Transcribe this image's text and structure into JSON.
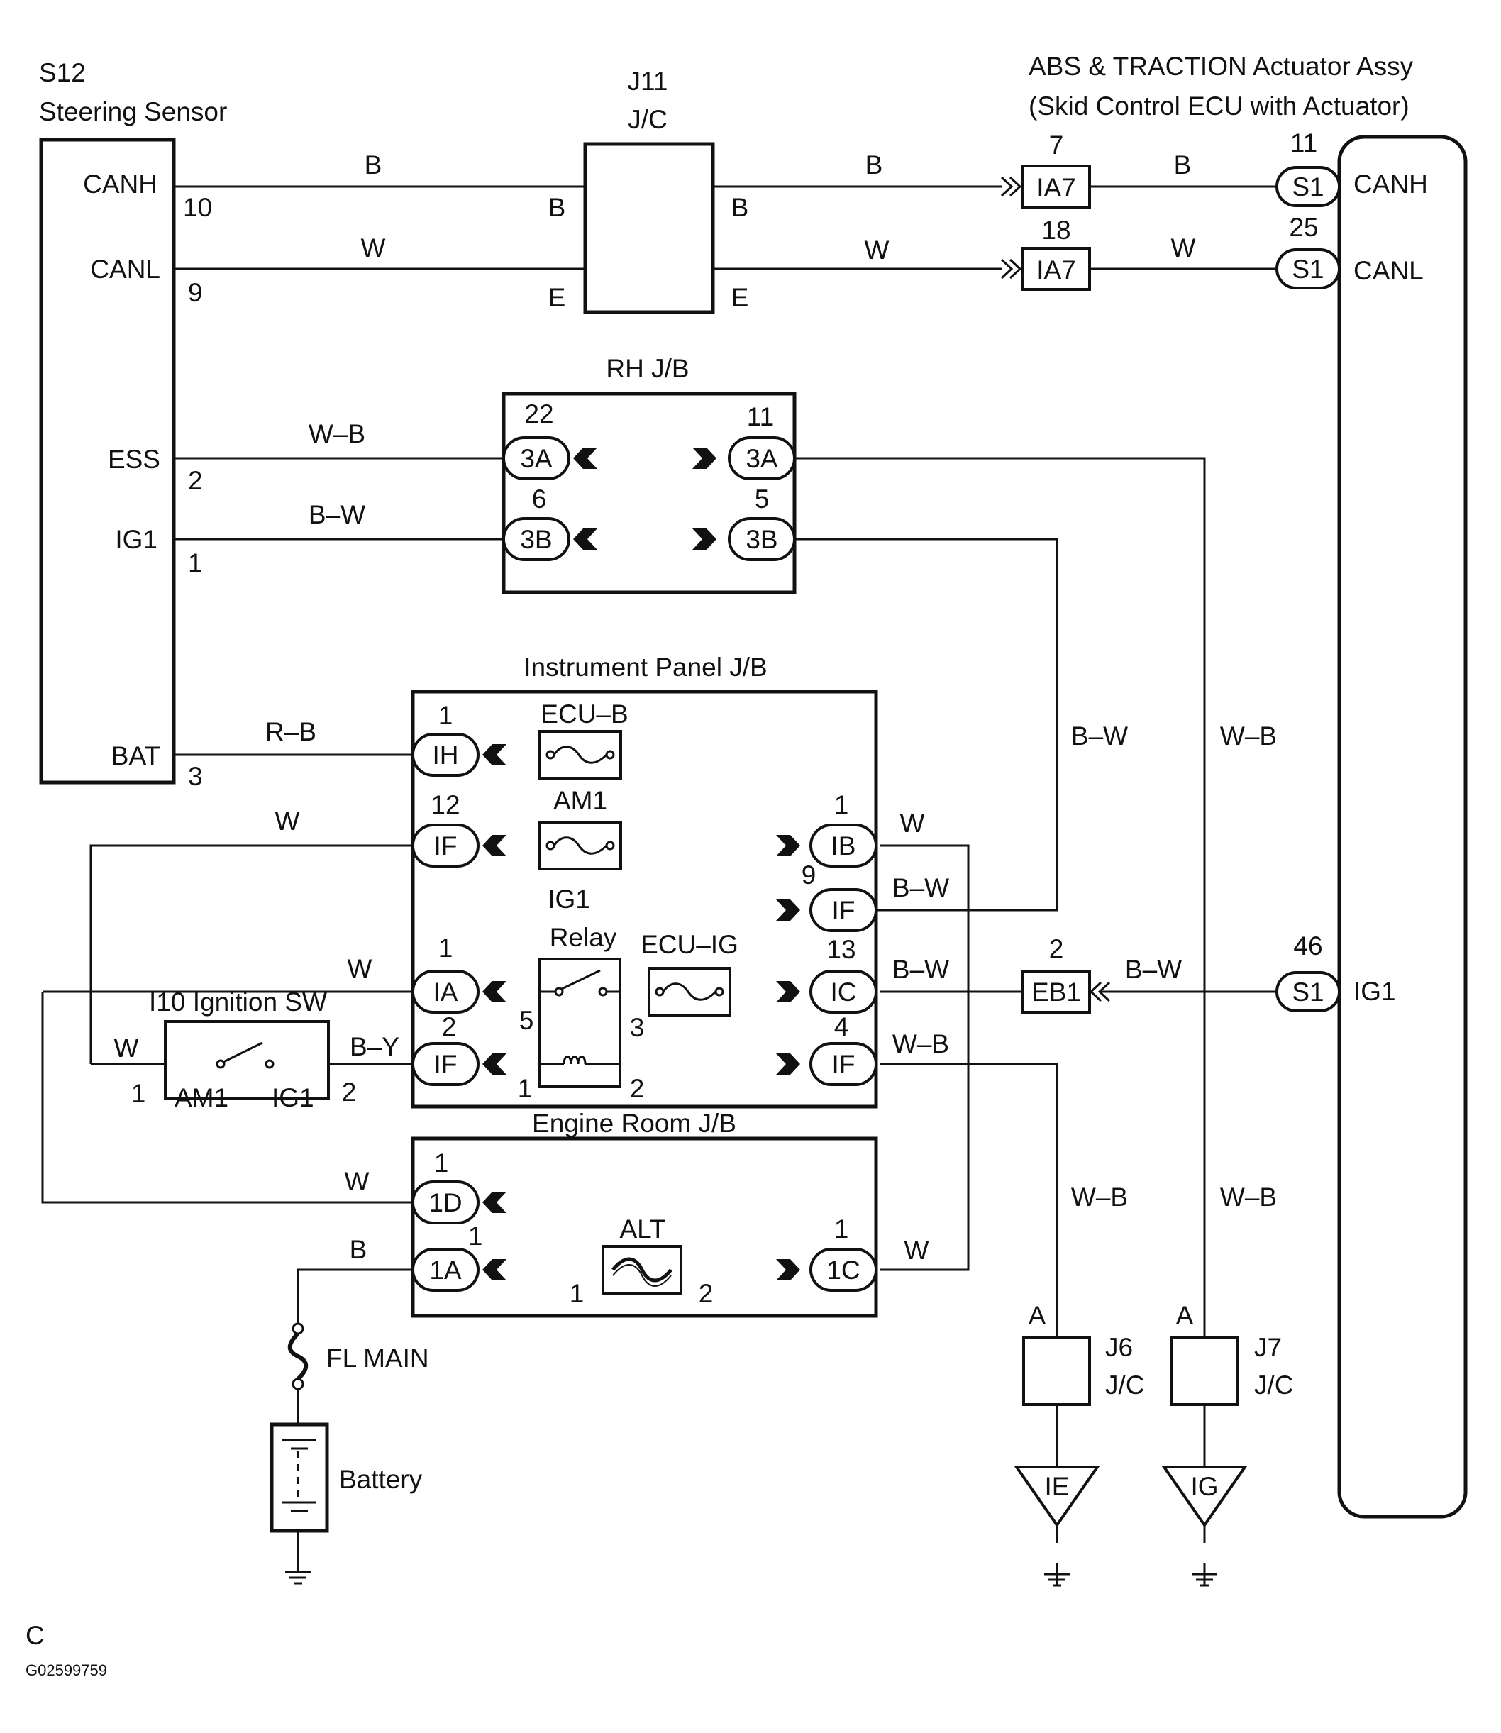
{
  "diagram": {
    "corner_code": "C",
    "figure_code": "G02599759",
    "steering_sensor": {
      "id": "S12",
      "name": "Steering Sensor",
      "pins": {
        "canh": "CANH",
        "canl": "CANL",
        "ess": "ESS",
        "ig1": "IG1",
        "bat": "BAT"
      },
      "pin_numbers": {
        "canh": "10",
        "canl": "9",
        "ess": "2",
        "ig1": "1",
        "bat": "3"
      }
    },
    "jc_j11": {
      "id": "J11",
      "name": "J/C",
      "pin_b": "B",
      "pin_e": "E"
    },
    "abs_actuator": {
      "title_line1": "ABS & TRACTION Actuator Assy",
      "title_line2": "(Skid Control ECU with Actuator)",
      "pins": {
        "canh": "CANH",
        "canl": "CANL",
        "ig1": "IG1"
      },
      "connector": "S1",
      "pin_numbers": {
        "canh": "11",
        "canl": "25",
        "ig1": "46"
      }
    },
    "connector_ia7": {
      "label": "IA7",
      "pin_canh": "7",
      "pin_canl": "18"
    },
    "connector_eb1": {
      "label": "EB1",
      "pin": "2"
    },
    "rh_jb": {
      "title": "RH J/B",
      "conn_3a": "3A",
      "conn_3b": "3B",
      "pins": {
        "left_3a": "22",
        "right_3a": "11",
        "left_3b": "6",
        "right_3b": "5"
      }
    },
    "ip_jb": {
      "title": "Instrument Panel J/B",
      "fuse_ecu_b": "ECU–B",
      "fuse_am1": "AM1",
      "fuse_ecu_ig": "ECU–IG",
      "relay_line1": "IG1",
      "relay_line2": "Relay",
      "conn_ih": "IH",
      "conn_if": "IF",
      "conn_ib": "IB",
      "conn_ia": "IA",
      "conn_ic": "IC",
      "pins": {
        "ih": "1",
        "if_left": "12",
        "ib": "1",
        "if_right": "9",
        "ia": "1",
        "ic": "13",
        "if_left2": "2",
        "if_right2": "4"
      },
      "relay_pins": {
        "p5": "5",
        "p3": "3",
        "p1": "1",
        "p2": "2"
      }
    },
    "ignition_sw": {
      "title": "I10 Ignition SW",
      "am1": "AM1",
      "ig1": "IG1",
      "pin_left": "1",
      "pin_right": "2"
    },
    "engine_room_jb": {
      "title": "Engine Room J/B",
      "fuse_alt": "ALT",
      "conn_1d": "1D",
      "conn_1a": "1A",
      "conn_1c": "1C",
      "pins": {
        "d": "1",
        "a": "1",
        "c": "1",
        "alt_left": "1",
        "alt_right": "2"
      }
    },
    "fl_main": "FL MAIN",
    "battery": "Battery",
    "jc_j6": {
      "id": "J6",
      "name": "J/C",
      "pin": "A",
      "ground": "IE"
    },
    "jc_j7": {
      "id": "J7",
      "name": "J/C",
      "pin": "A",
      "ground": "IG"
    },
    "wire_colors": {
      "b": "B",
      "w": "W",
      "wb": "W–B",
      "bw": "B–W",
      "rb": "R–B",
      "by": "B–Y"
    }
  }
}
